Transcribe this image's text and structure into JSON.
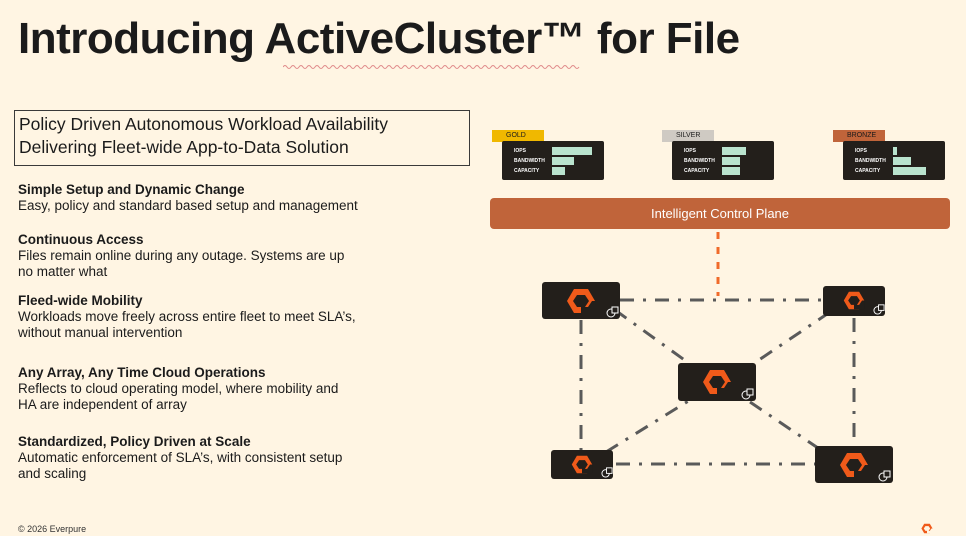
{
  "title": "Introducing ActiveCluster™ for File",
  "callout": {
    "line1": "Policy Driven Autonomous Workload Availability",
    "line2": "Delivering Fleet-wide App-to-Data Solution"
  },
  "features": [
    {
      "heading": "Simple Setup and Dynamic Change",
      "lines": [
        "Easy, policy and standard based setup and management"
      ]
    },
    {
      "heading": "Continuous Access",
      "lines": [
        "Files remain online during any outage. Systems are up",
        "no matter what"
      ]
    },
    {
      "heading": "Fleed-wide Mobility",
      "lines": [
        "Workloads move freely across entire fleet to meet SLA’s,",
        "without manual intervention"
      ]
    },
    {
      "heading": "Any Array, Any Time Cloud Operations",
      "lines": [
        "Reflects to cloud operating model, where mobility and",
        "HA are independent of array"
      ]
    },
    {
      "heading": "Standardized, Policy Driven at Scale",
      "lines": [
        "Automatic enforcement of SLA’s, with consistent setup",
        "and scaling"
      ]
    }
  ],
  "tiers": [
    {
      "name": "GOLD",
      "color": "#f0b800",
      "levels": [
        0.9,
        0.5,
        0.3
      ]
    },
    {
      "name": "SILVER",
      "color": "#cfcac3",
      "levels": [
        0.55,
        0.4,
        0.4
      ]
    },
    {
      "name": "BRONZE",
      "color": "#c0643a",
      "levels": [
        0.1,
        0.4,
        0.75
      ]
    }
  ],
  "metrics": [
    "IOPS",
    "BANDWIDTH",
    "CAPACITY"
  ],
  "control_plane": "Intelligent Control Plane",
  "footer": "© 2026 Everpure",
  "colors": {
    "background": "#fff5e3",
    "accent": "#c0643a",
    "logo_orange": "#f05a1a",
    "node_dark": "#231f1b",
    "link": "#5a5a5a",
    "bar": "#b9e3ce"
  },
  "icons": [
    "everpure-logo-icon",
    "link-icon"
  ]
}
